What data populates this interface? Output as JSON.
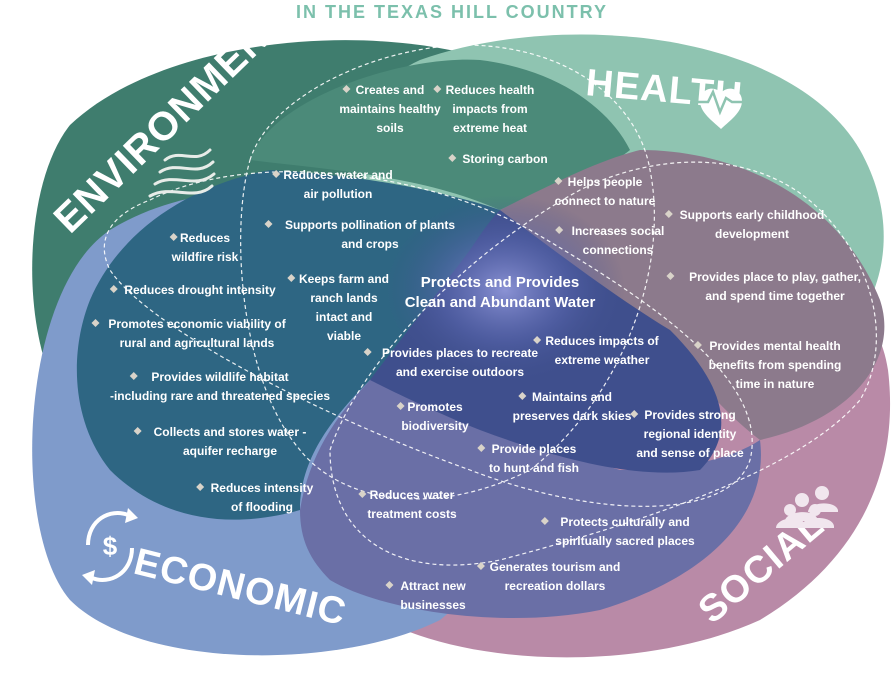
{
  "header": {
    "subtitle": "IN THE TEXAS HILL COUNTRY"
  },
  "colors": {
    "environment": "#3f7d6e",
    "health": "#8fc4b1",
    "social": "#b98aa7",
    "economic": "#7f9bcb",
    "env_health": "#4b8a79",
    "env_econ": "#2e6683",
    "health_social": "#8c7a8c",
    "econ_social": "#6a6fa6",
    "center": "#3f4f8d"
  },
  "categories": {
    "environment": "ENVIRONMENT",
    "health": "HEALTH",
    "social": "SOCIAL",
    "economic": "ECONOMIC"
  },
  "icons": {
    "environment": "wind-icon",
    "health": "heartbeat-icon",
    "social": "people-group-icon",
    "economic": "dollar-cycle-icon"
  },
  "center": {
    "line1": "Protects and Provides",
    "line2": "Clean and Abundant Water"
  },
  "benefits": [
    [
      "Creates and",
      "maintains healthy",
      "soils"
    ],
    [
      "Reduces health",
      "impacts from",
      "extreme heat"
    ],
    [
      "Storing carbon"
    ],
    [
      "Reduces water and",
      "air pollution"
    ],
    [
      "Supports pollination of plants",
      "and crops"
    ],
    [
      "Keeps farm and",
      "ranch lands",
      "intact and",
      "viable"
    ],
    [
      "Helps people",
      "connect to nature"
    ],
    [
      "Increases social",
      "connections"
    ],
    [
      "Supports early childhood",
      "development"
    ],
    [
      "Provides place to play, gather,",
      "and spend time together"
    ],
    [
      "Provides mental health",
      "benefits from spending",
      "time in nature"
    ],
    [
      "Reduces",
      "wildfire risk"
    ],
    [
      "Reduces drought intensity"
    ],
    [
      "Promotes economic viability of",
      "rural and agricultural lands"
    ],
    [
      "Provides wildlife habitat",
      "-including rare and threatened species"
    ],
    [
      "Collects and stores water -",
      "aquifer recharge"
    ],
    [
      "Reduces intensity",
      "of flooding"
    ],
    [
      "Provides places to recreate",
      "and exercise outdoors"
    ],
    [
      "Reduces impacts of",
      "extreme weather"
    ],
    [
      "Promotes",
      "biodiversity"
    ],
    [
      "Maintains and",
      "preserves dark skies"
    ],
    [
      "Provides strong",
      "regional identity",
      "and sense of place"
    ],
    [
      "Provide places",
      "to hunt and fish"
    ],
    [
      "Reduces water",
      "treatment costs"
    ],
    [
      "Protects culturally and",
      "spiritually sacred places"
    ],
    [
      "Generates tourism and",
      "recreation dollars"
    ],
    [
      "Attract new",
      "businesses"
    ]
  ]
}
